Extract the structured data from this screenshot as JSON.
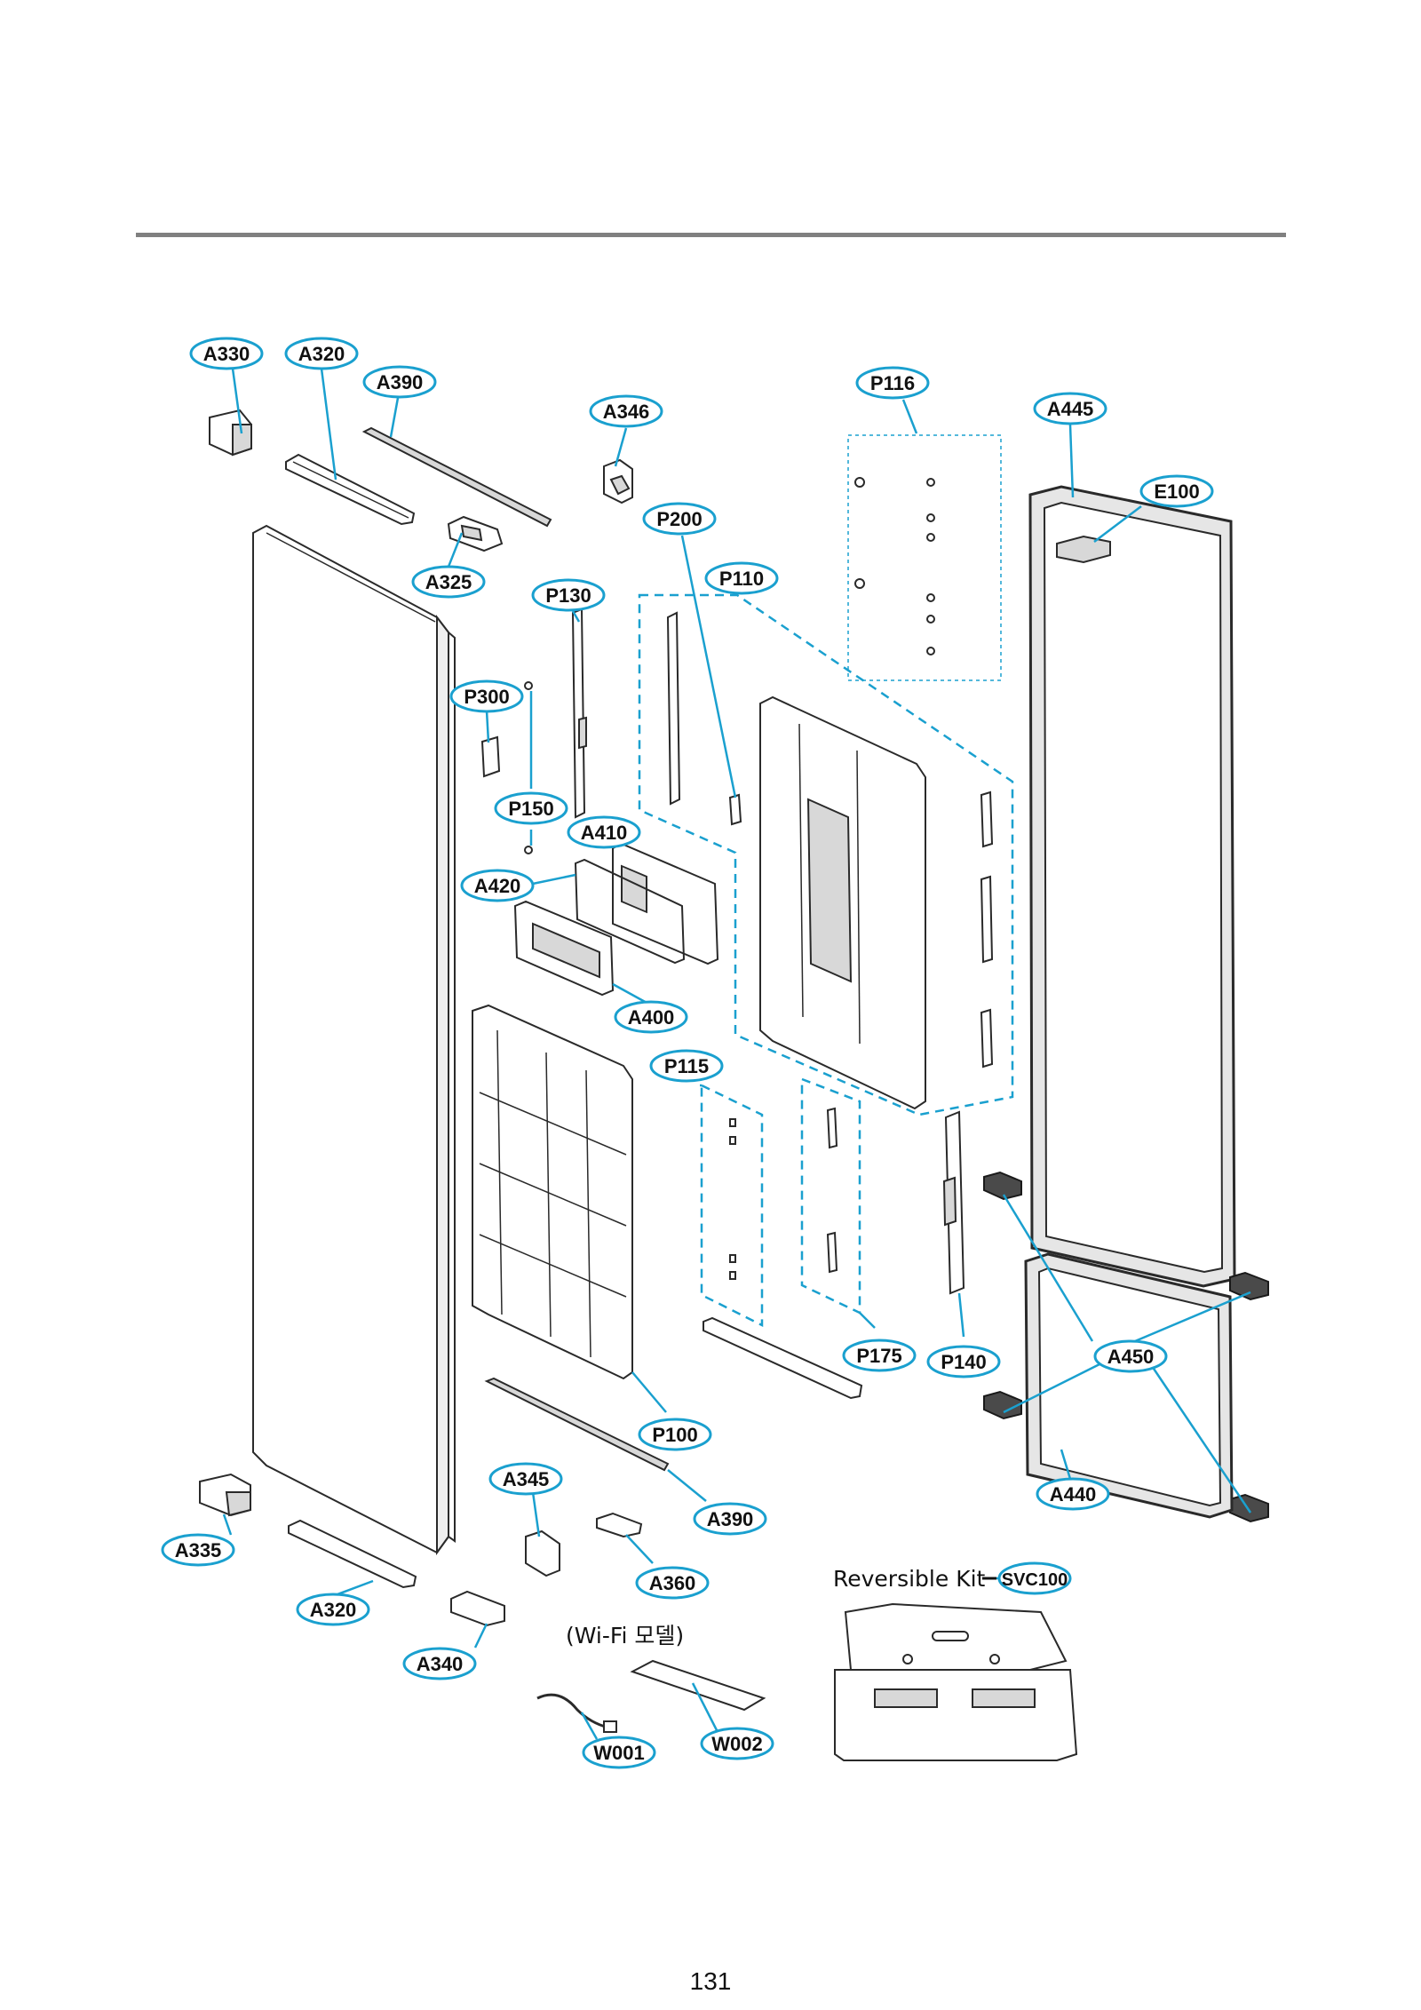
{
  "labels": {
    "A330": "A330",
    "A320_top": "A320",
    "A390_top": "A390",
    "A346": "A346",
    "P116": "P116",
    "A445": "A445",
    "E100": "E100",
    "P200": "P200",
    "A325": "A325",
    "P130": "P130",
    "P110": "P110",
    "P300": "P300",
    "P150": "P150",
    "A410": "A410",
    "A420": "A420",
    "A400": "A400",
    "P115": "P115",
    "P100": "P100",
    "A345": "A345",
    "A390_bottom": "A390",
    "A335": "A335",
    "A320_bottom": "A320",
    "A340": "A340",
    "A360": "A360",
    "P175": "P175",
    "P140": "P140",
    "A450": "A450",
    "A440": "A440",
    "SVC100": "SVC100",
    "W001": "W001",
    "W002": "W002"
  },
  "captions": {
    "reversible_kit": "Reversible Kit",
    "wifi_model": "(Wi-Fi 모델)"
  },
  "page_number": "131",
  "colors": {
    "accent": "#1aa0cf",
    "rule": "#808080"
  }
}
